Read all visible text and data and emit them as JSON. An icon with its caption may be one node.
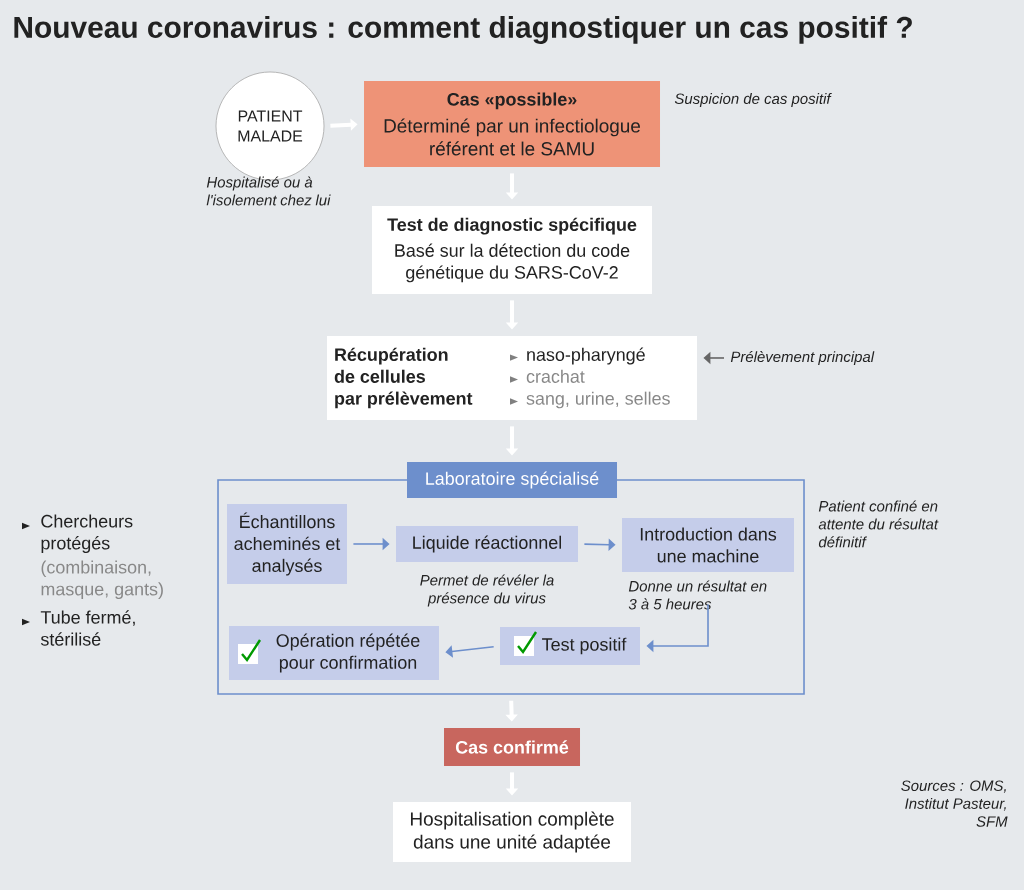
{
  "diagram": {
    "title": "Nouveau coronavirus : comment diagnostiquer un cas positif ?",
    "nodes": [
      {
        "text": [
          "PATIENT MALADE"
        ],
        "beside": [
          "Hospitalisé ou à l'isolement chez lui"
        ]
      },
      {
        "text": [
          "Cas «possible»",
          "Déterminé par un infectiologue référent et le SAMU"
        ],
        "beside": [
          "Suspicion de cas positif"
        ]
      },
      {
        "text": [
          "Test de diagnostic spécifique",
          "Basé sur la détection du code génétique du SARS-CoV-2"
        ]
      },
      {
        "text": [
          "Récupération de cellules par prélèvement",
          "naso-pharyngé",
          "crachat",
          "sang, urine, selles"
        ]
      },
      {
        "text": [
          "Prélèvement principal"
        ]
      },
      {
        "text": [
          "Laboratoire spécialisé"
        ],
        "beside": [
          "Patient confiné en attente du résultat définitif"
        ]
      },
      {
        "text": [
          "Échantillons acheminés et analysés"
        ],
        "in": 5
      },
      {
        "text": [
          "Liquide réactionnel"
        ],
        "in": 5,
        "beside": [
          "Permet de révéler la présence du virus"
        ]
      },
      {
        "text": [
          "Introduction dans une machine"
        ],
        "in": 5,
        "beside": [
          "Donne un résultat en 3 à 5 heures"
        ]
      },
      {
        "text": [
          "Test positif"
        ],
        "in": 5
      },
      {
        "text": [
          "Opération répétée pour confirmation"
        ],
        "in": 5
      },
      {
        "text": [
          "Cas confirmé"
        ]
      },
      {
        "text": [
          "Hospitalisation complète dans une unité adaptée"
        ]
      }
    ],
    "edges": [
      {
        "from": 0,
        "to": 1,
        "arrow": "to"
      },
      {
        "from": 1,
        "to": 2,
        "arrow": "to"
      },
      {
        "from": 2,
        "to": 3,
        "arrow": "to"
      },
      {
        "from": 4,
        "to": 3,
        "arrow": "to",
        "color": "#666666"
      },
      {
        "from": 3,
        "to": 5,
        "arrow": "to"
      },
      {
        "from": 6,
        "to": 7,
        "arrow": "to",
        "color": "#6d8fcc"
      },
      {
        "from": 7,
        "to": 8,
        "arrow": "to",
        "color": "#6d8fcc"
      },
      {
        "from": 8,
        "to": 9,
        "arrow": "to",
        "color": "#6d8fcc"
      },
      {
        "from": 9,
        "to": 10,
        "arrow": "to",
        "color": "#6d8fcc"
      },
      {
        "from": 5,
        "to": 11,
        "arrow": "to"
      },
      {
        "from": 11,
        "to": 12,
        "arrow": "to"
      }
    ],
    "labels": [
      "Chercheurs protégés",
      "(combinaison, masque, gants)",
      "Tube fermé, stérilisé",
      "Sources : OMS, Institut Pasteur, SFM"
    ]
  }
}
